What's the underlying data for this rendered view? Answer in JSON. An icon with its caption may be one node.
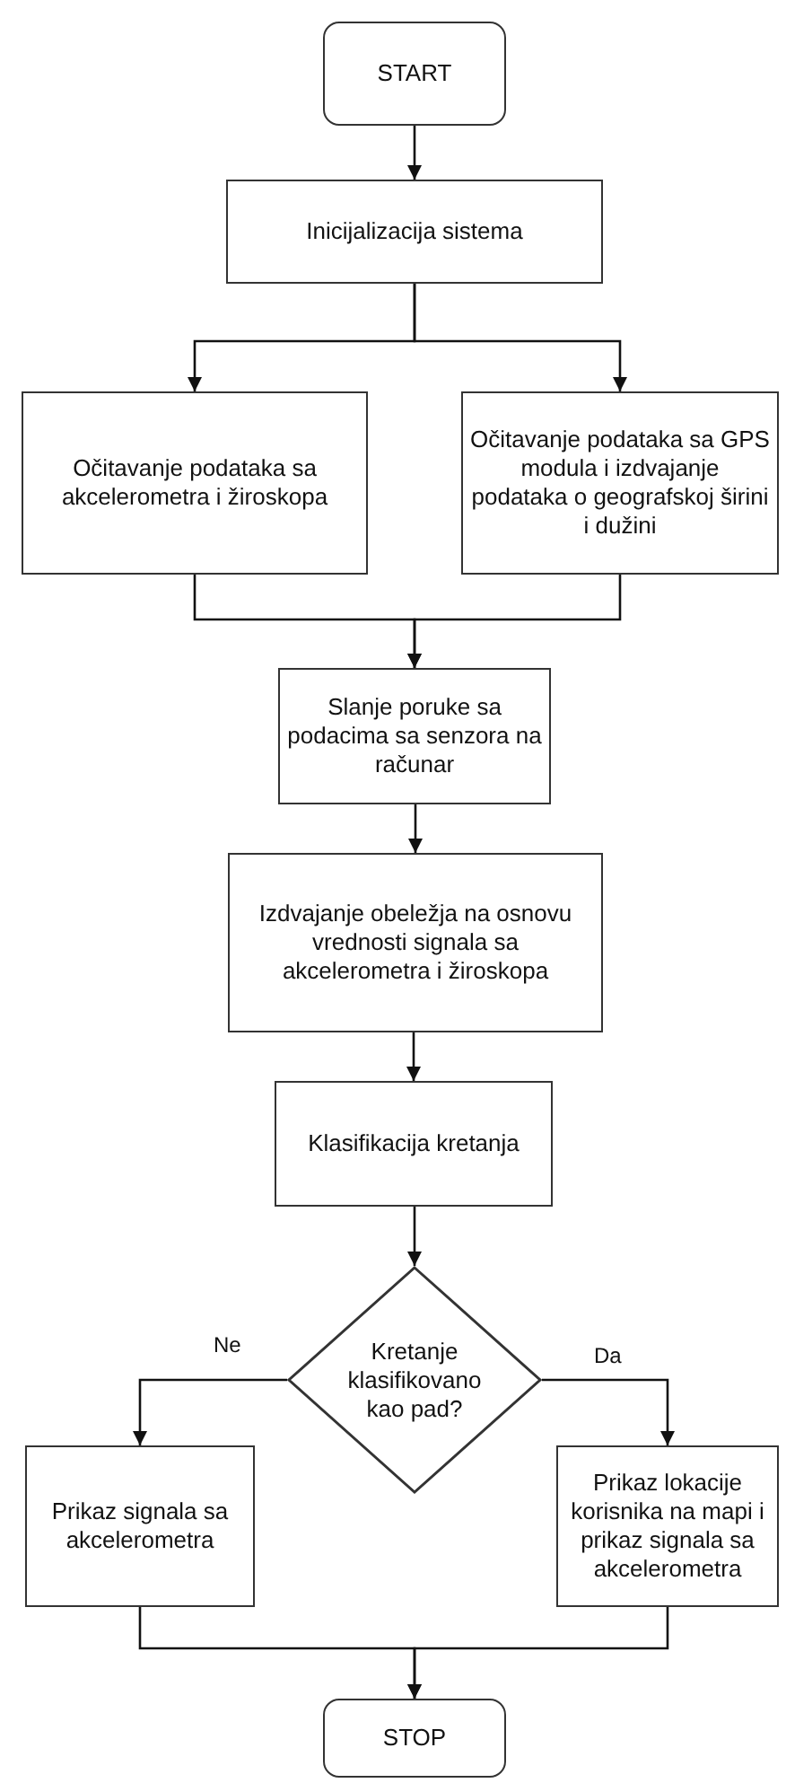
{
  "diagram": {
    "nodes": [
      {
        "text": [
          "START"
        ]
      },
      {
        "text": [
          "Inicijalizacija sistema"
        ]
      },
      {
        "text": [
          "Očitavanje podataka sa akcelerometra i žiroskopa"
        ]
      },
      {
        "text": [
          "Očitavanje podataka sa GPS modula i izdvajanje podataka o geografskoj širini i dužini"
        ]
      },
      {
        "text": [
          "Slanje poruke sa podacima sa senzora na računar"
        ]
      },
      {
        "text": [
          "Izdvajanje obeležja na osnovu vrednosti signala sa akcelerometra i žiroskopa"
        ]
      },
      {
        "text": [
          "Klasifikacija kretanja"
        ]
      },
      {
        "text": [
          "Kretanje klasifikovano kao pad?"
        ]
      },
      {
        "text": [
          "Prikaz signala sa akcelerometra"
        ]
      },
      {
        "text": [
          "Prikaz lokacije korisnika na mapi i prikaz signala sa akcelerometra"
        ]
      },
      {
        "text": [
          "STOP"
        ]
      }
    ],
    "edges": [
      {
        "from": 0,
        "to": 1,
        "arrow": "to"
      },
      {
        "from": 1,
        "to": 2,
        "arrow": "to"
      },
      {
        "from": 1,
        "to": 3,
        "arrow": "to"
      },
      {
        "from": 2,
        "to": 4,
        "arrow": "to"
      },
      {
        "from": 3,
        "to": 4,
        "arrow": "to"
      },
      {
        "from": 4,
        "to": 5,
        "arrow": "to"
      },
      {
        "from": 5,
        "to": 6,
        "arrow": "to"
      },
      {
        "from": 6,
        "to": 7,
        "arrow": "to"
      },
      {
        "from": 7,
        "to": 8,
        "arrow": "to",
        "label": "Ne"
      },
      {
        "from": 7,
        "to": 9,
        "arrow": "to",
        "label": "Da"
      },
      {
        "from": 8,
        "to": 10,
        "arrow": "to"
      },
      {
        "from": 9,
        "to": 10,
        "arrow": "to"
      }
    ]
  }
}
